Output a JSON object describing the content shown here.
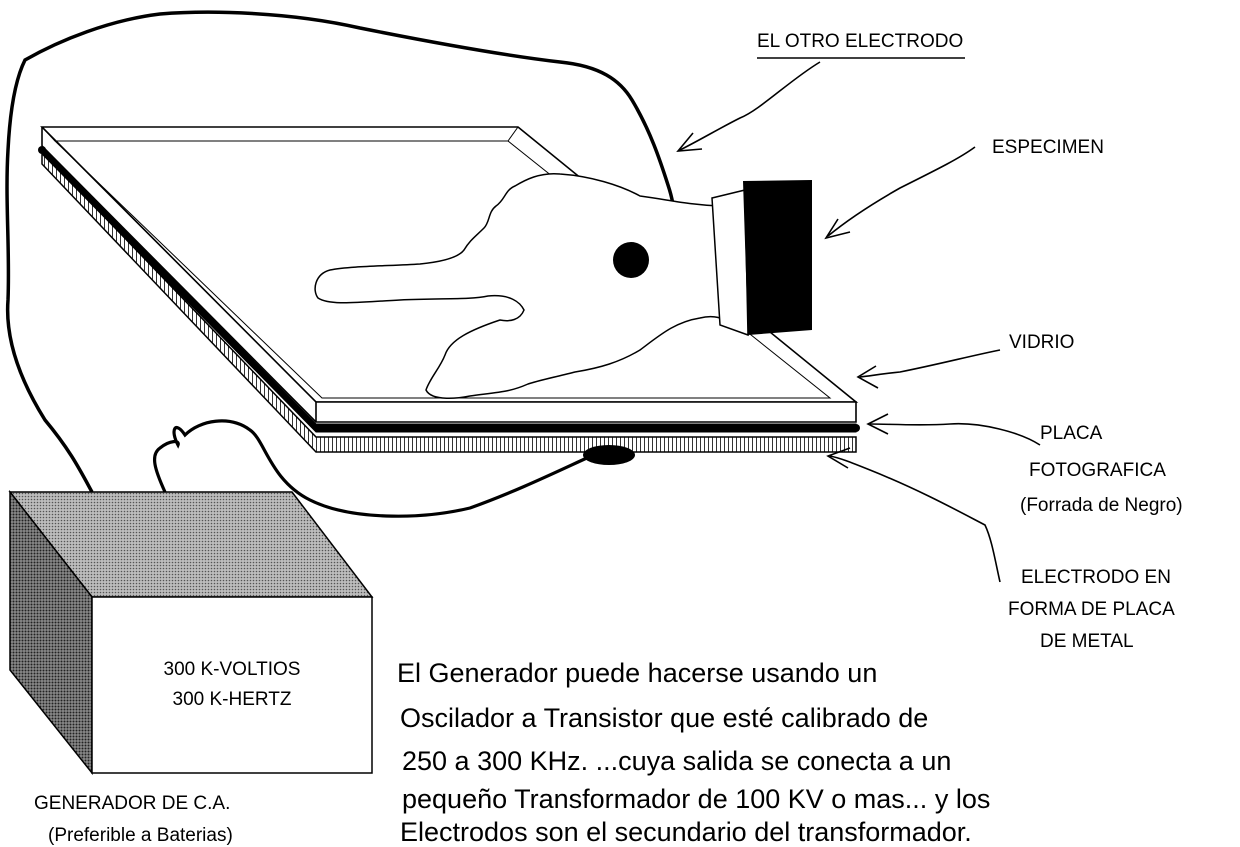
{
  "labels": {
    "otro_electrodo": "EL OTRO ELECTRODO",
    "especimen": "ESPECIMEN",
    "vidrio": "VIDRIO",
    "placa_line1": "PLACA",
    "placa_line2": "FOTOGRAFICA",
    "placa_line3": "(Forrada de Negro)",
    "electrodo_line1": "ELECTRODO  EN",
    "electrodo_line2": "FORMA DE PLACA",
    "electrodo_line3": "DE  METAL"
  },
  "generator": {
    "box_line1": "300 K-VOLTIOS",
    "box_line2": "300 K-HERTZ",
    "caption_line1": "GENERADOR  DE  C.A.",
    "caption_line2": "(Preferible a Baterias)"
  },
  "description": {
    "line1": "El Generador puede hacerse usando un",
    "line2": "Oscilador a Transistor que esté calibrado de",
    "line3": "250 a 300 KHz. ...cuya salida se conecta a un",
    "line4": "pequeño Transformador de 100 KV o mas... y los",
    "line5": "Electrodos son el secundario del transformador."
  },
  "colors": {
    "ink": "#000000",
    "paper": "#ffffff",
    "box_top": "#9a9a9a",
    "box_side": "#5a5a5a"
  }
}
